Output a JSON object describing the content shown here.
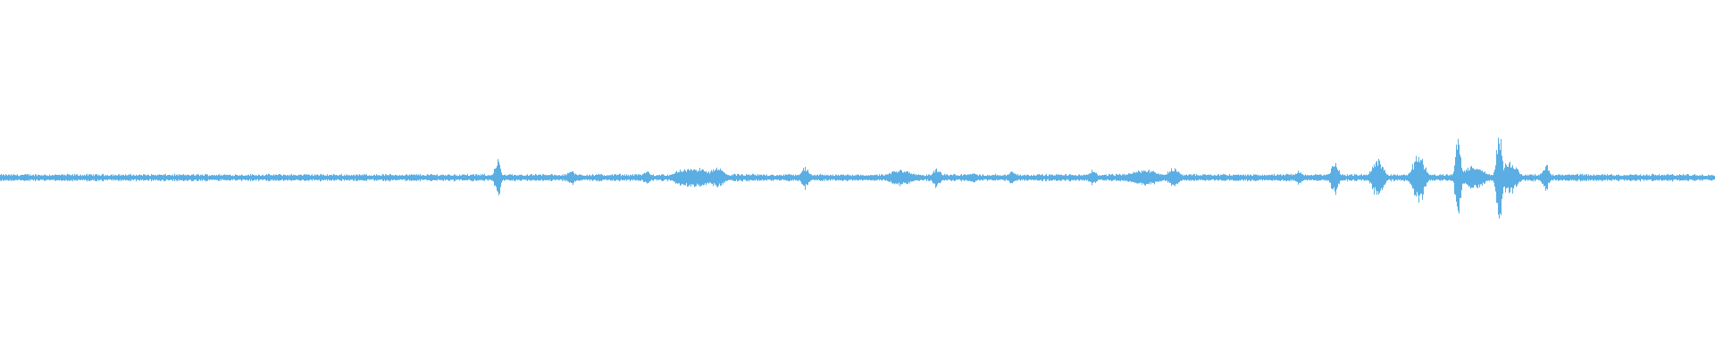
{
  "waveform": {
    "color": "#5aaee3",
    "baseline_amplitude": 0.015,
    "peaks": [
      {
        "pos": 0.29,
        "amp": 0.12,
        "width": 0.0015
      },
      {
        "pos": 0.333,
        "amp": 0.05,
        "width": 0.002
      },
      {
        "pos": 0.377,
        "amp": 0.04,
        "width": 0.002
      },
      {
        "pos": 0.397,
        "amp": 0.05,
        "width": 0.004
      },
      {
        "pos": 0.405,
        "amp": 0.06,
        "width": 0.008
      },
      {
        "pos": 0.418,
        "amp": 0.06,
        "width": 0.004
      },
      {
        "pos": 0.469,
        "amp": 0.07,
        "width": 0.002
      },
      {
        "pos": 0.525,
        "amp": 0.05,
        "width": 0.006
      },
      {
        "pos": 0.546,
        "amp": 0.06,
        "width": 0.002
      },
      {
        "pos": 0.567,
        "amp": 0.03,
        "width": 0.002
      },
      {
        "pos": 0.59,
        "amp": 0.04,
        "width": 0.002
      },
      {
        "pos": 0.637,
        "amp": 0.05,
        "width": 0.002
      },
      {
        "pos": 0.667,
        "amp": 0.05,
        "width": 0.008
      },
      {
        "pos": 0.684,
        "amp": 0.06,
        "width": 0.003
      },
      {
        "pos": 0.757,
        "amp": 0.04,
        "width": 0.002
      },
      {
        "pos": 0.778,
        "amp": 0.11,
        "width": 0.002
      },
      {
        "pos": 0.803,
        "amp": 0.12,
        "width": 0.003
      },
      {
        "pos": 0.827,
        "amp": 0.16,
        "width": 0.003
      },
      {
        "pos": 0.85,
        "amp": 0.25,
        "width": 0.0015
      },
      {
        "pos": 0.859,
        "amp": 0.08,
        "width": 0.005
      },
      {
        "pos": 0.874,
        "amp": 0.31,
        "width": 0.0015
      },
      {
        "pos": 0.88,
        "amp": 0.1,
        "width": 0.004
      },
      {
        "pos": 0.901,
        "amp": 0.08,
        "width": 0.002
      }
    ]
  }
}
